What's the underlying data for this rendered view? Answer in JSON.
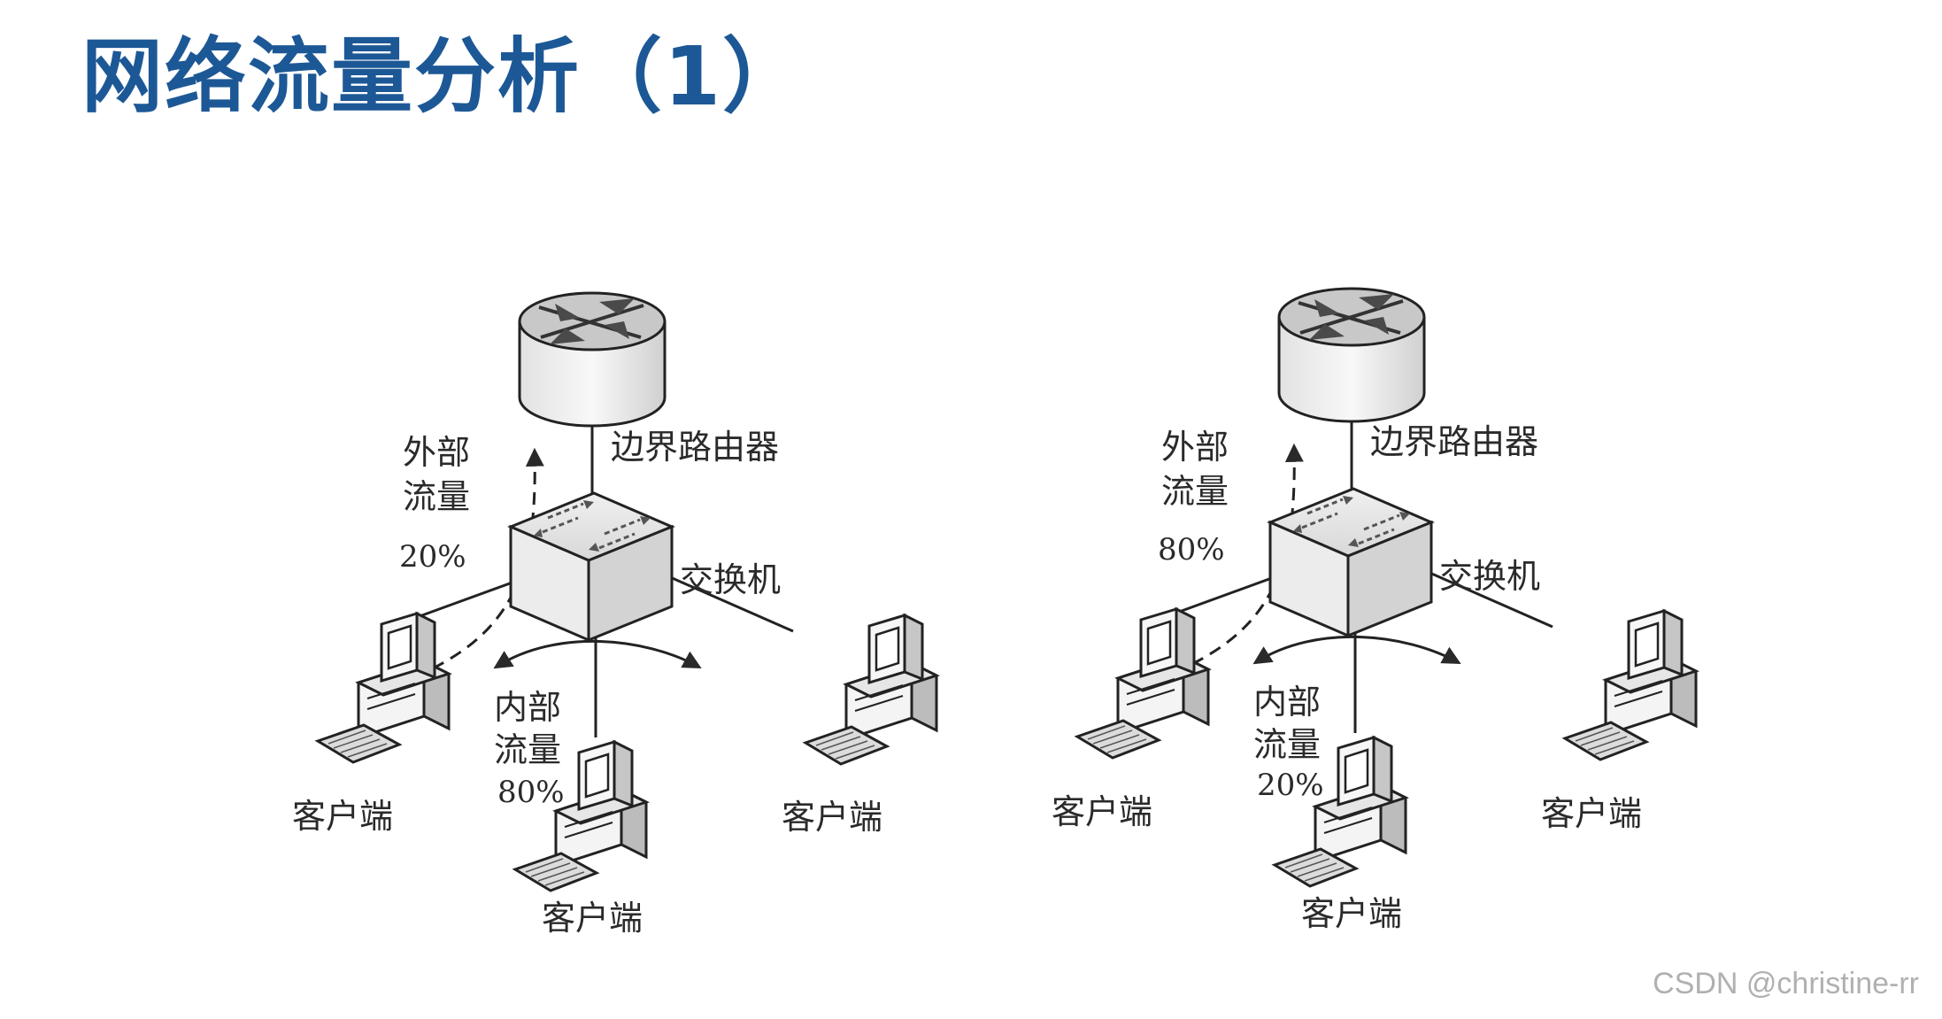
{
  "title": "网络流量分析（1）",
  "diagrams": [
    {
      "router_label": "边界路由器",
      "switch_label": "交换机",
      "external_traffic": {
        "line1": "外部",
        "line2": "流量",
        "percent": "20%"
      },
      "internal_traffic": {
        "line1": "内部",
        "line2": "流量",
        "percent": "80%"
      },
      "clients": {
        "left": "客户端",
        "center": "客户端",
        "right": "客户端"
      }
    },
    {
      "router_label": "边界路由器",
      "switch_label": "交换机",
      "external_traffic": {
        "line1": "外部",
        "line2": "流量",
        "percent": "80%"
      },
      "internal_traffic": {
        "line1": "内部",
        "line2": "流量",
        "percent": "20%"
      },
      "clients": {
        "left": "客户端",
        "center": "客户端",
        "right": "客户端"
      }
    }
  ],
  "watermark": "CSDN @christine-rr"
}
